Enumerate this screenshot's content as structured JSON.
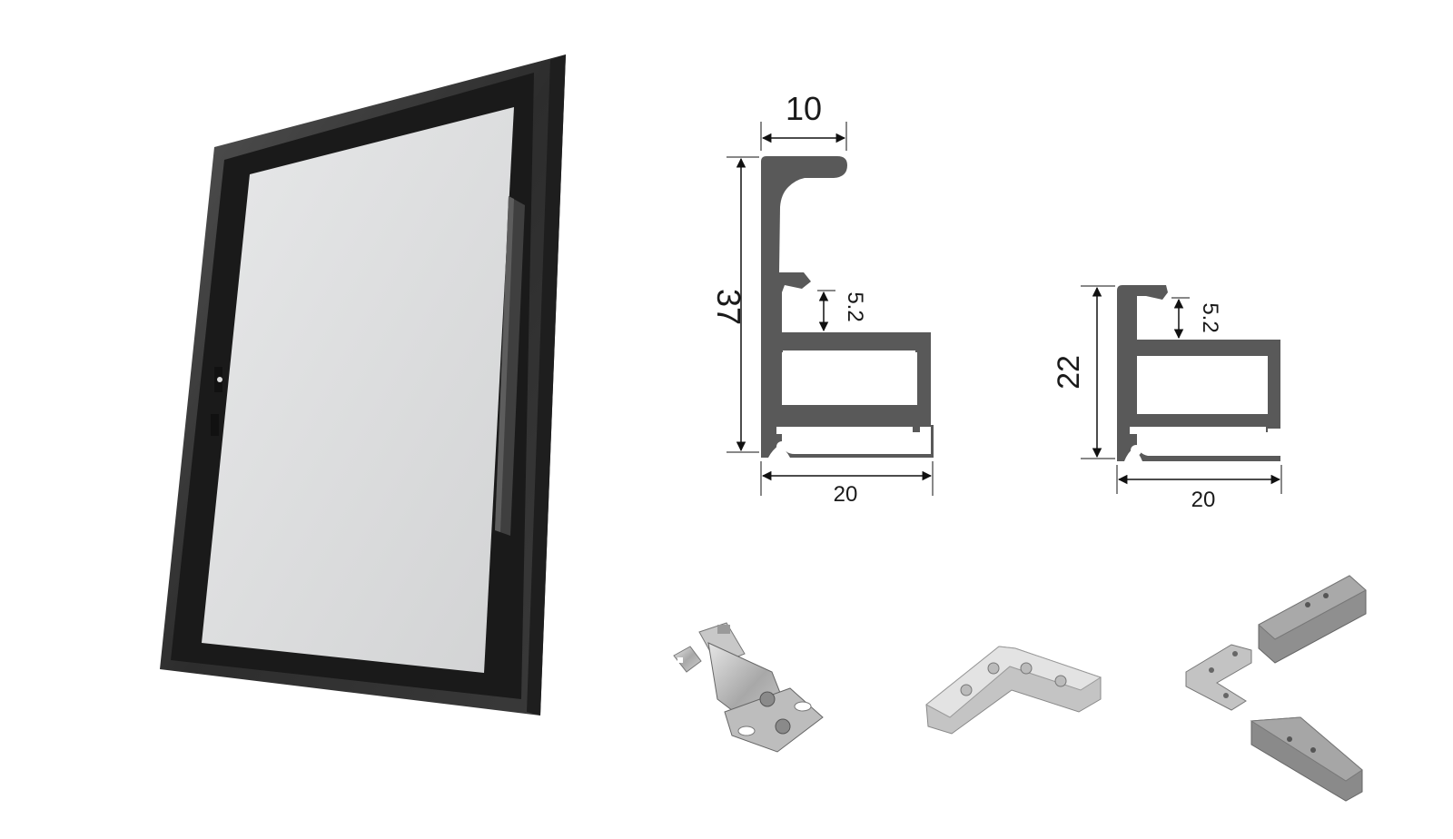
{
  "profile_large": {
    "width_top": "10",
    "height": "37",
    "glass_slot": "5.2",
    "width_bottom": "20"
  },
  "profile_small": {
    "height": "22",
    "glass_slot": "5.2",
    "width_bottom": "20"
  },
  "colors": {
    "frame": "#2b2b2b",
    "profile": "#595959",
    "glass": "#d9dadb",
    "hardware": "#a9a9a9"
  },
  "icons": [
    "frame-door-image",
    "hinge-icon",
    "corner-connector-icon",
    "corner-assembly-icon"
  ]
}
